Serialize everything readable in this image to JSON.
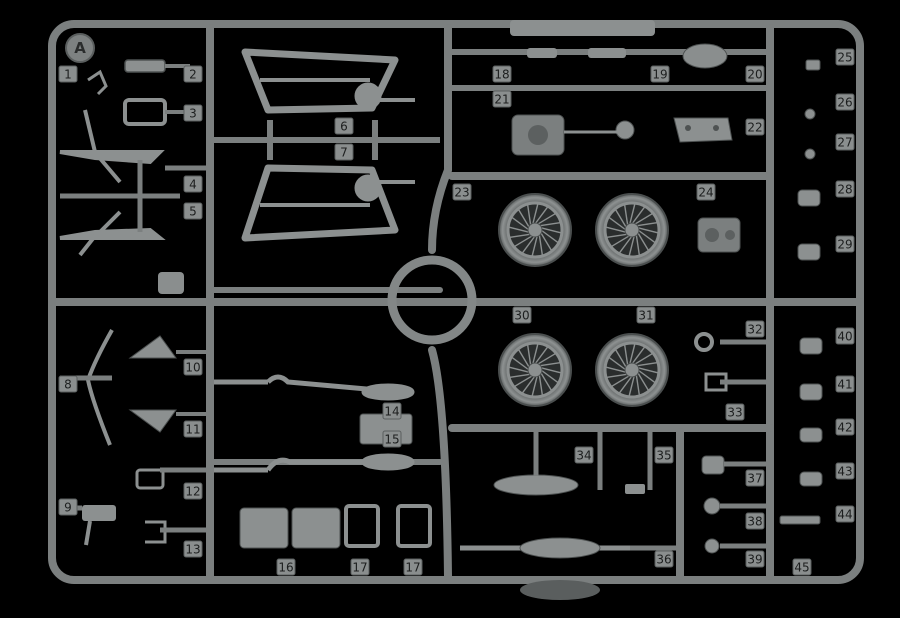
{
  "sprue": {
    "logo_letter": "A",
    "part_numbers": [
      "1",
      "2",
      "3",
      "4",
      "5",
      "6",
      "7",
      "8",
      "9",
      "10",
      "11",
      "12",
      "13",
      "14",
      "15",
      "16",
      "17",
      "17",
      "18",
      "19",
      "20",
      "21",
      "22",
      "23",
      "24",
      "25",
      "26",
      "27",
      "28",
      "29",
      "30",
      "31",
      "32",
      "33",
      "34",
      "35",
      "36",
      "37",
      "38",
      "39",
      "40",
      "41",
      "42",
      "43",
      "44",
      "45"
    ]
  },
  "colors": {
    "background": "#000000",
    "plastic": "#7b7f7f",
    "plastic_light": "#9a9e9e",
    "plastic_dark": "#4e5252",
    "tab": "#8a8e8e",
    "number_text": "#1d1f1f"
  }
}
